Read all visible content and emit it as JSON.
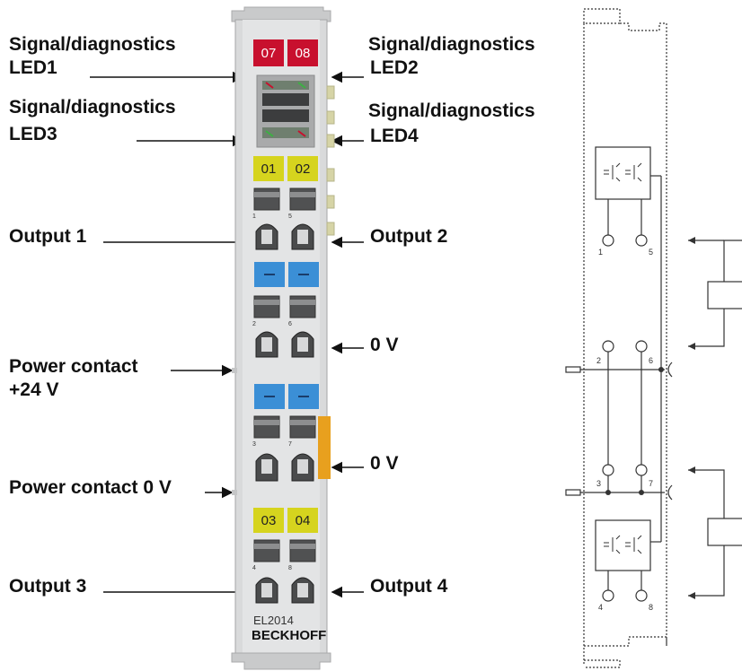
{
  "labels": {
    "led1_a": "Signal/diagnostics",
    "led1_b": "LED1",
    "led2_a": "Signal/diagnostics",
    "led2_b": "LED2",
    "led3_a": "Signal/diagnostics",
    "led3_b": "LED3",
    "led4_a": "Signal/diagnostics",
    "led4_b": "LED4",
    "output1": "Output 1",
    "output2": "Output 2",
    "zero_v_1": "0 V",
    "power_24_a": "Power contact",
    "power_24_b": "+24 V",
    "zero_v_2": "0 V",
    "power_0v": "Power contact 0 V",
    "output3": "Output 3",
    "output4": "Output 4"
  },
  "module": {
    "led_top": [
      "07",
      "08"
    ],
    "led_mid": [
      "01",
      "02"
    ],
    "led_bottom": [
      "03",
      "04"
    ],
    "contact_numbers_top": [
      "1",
      "5"
    ],
    "contact_numbers_mid": [
      "2",
      "6"
    ],
    "contact_numbers_low": [
      "3",
      "7"
    ],
    "contact_numbers_bottom": [
      "4",
      "8"
    ],
    "model": "EL2014",
    "brand": "BECKHOFF",
    "colors": {
      "led_red": "#c8102e",
      "led_yellow": "#d6d41e",
      "blue_marker": "#3b8fd6",
      "orange_tab": "#e8a01e",
      "body": "#d9dadb"
    }
  },
  "schematic": {
    "terminals": [
      "1",
      "5",
      "2",
      "6",
      "3",
      "7",
      "4",
      "8"
    ]
  }
}
